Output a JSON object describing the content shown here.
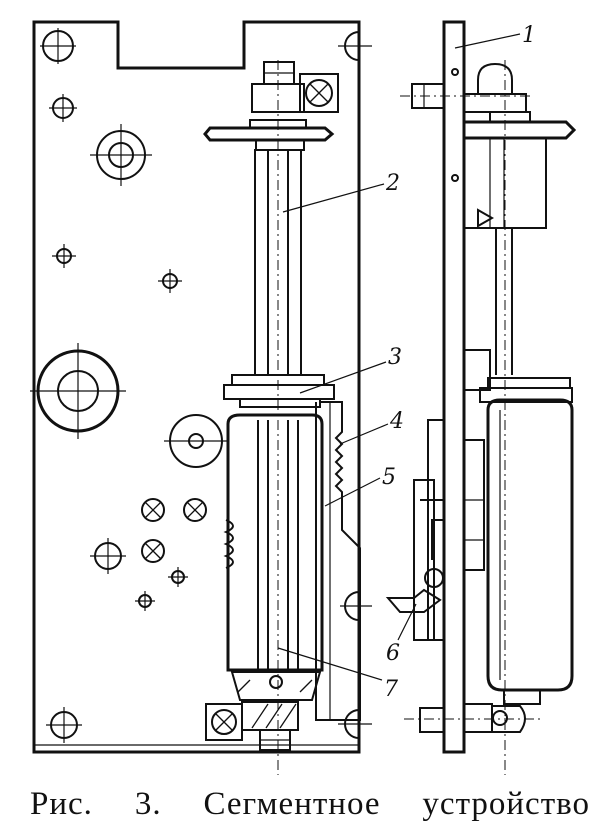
{
  "caption": {
    "prefix": "Рис.",
    "number": "3.",
    "word1": "Сегментное",
    "word2": "устройство"
  },
  "labels": [
    "1",
    "2",
    "3",
    "4",
    "5",
    "6",
    "7"
  ]
}
